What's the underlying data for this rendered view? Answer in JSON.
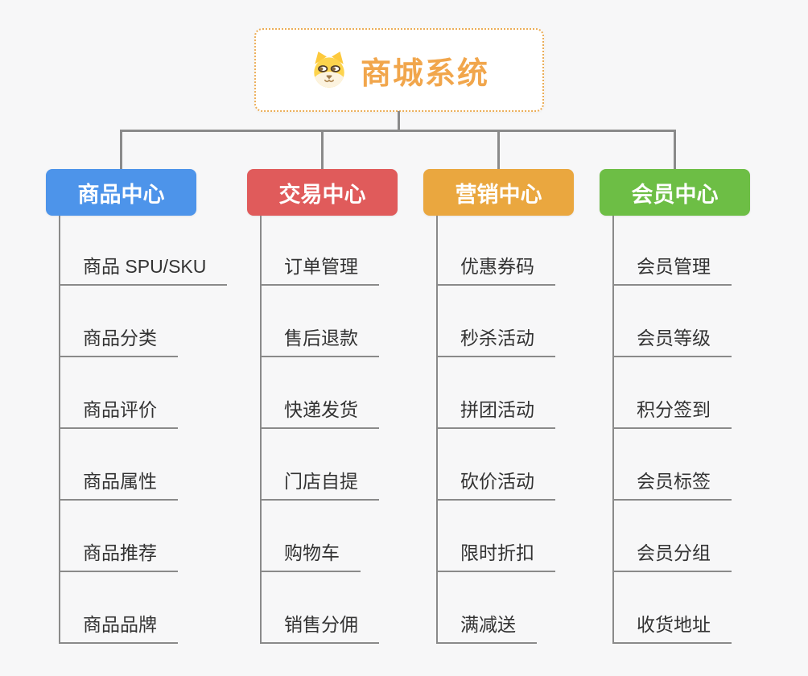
{
  "root": {
    "label": "商城系统",
    "icon": "dog-face-icon",
    "text_color": "#f1a64c",
    "border_color": "#ebad58"
  },
  "branches": [
    {
      "label": "商品中心",
      "color": "#4d94ea",
      "children": [
        "商品 SPU/SKU",
        "商品分类",
        "商品评价",
        "商品属性",
        "商品推荐",
        "商品品牌"
      ]
    },
    {
      "label": "交易中心",
      "color": "#e05b5b",
      "children": [
        "订单管理",
        "售后退款",
        "快递发货",
        "门店自提",
        "购物车",
        "销售分佣"
      ]
    },
    {
      "label": "营销中心",
      "color": "#eaa73f",
      "children": [
        "优惠券码",
        "秒杀活动",
        "拼团活动",
        "砍价活动",
        "限时折扣",
        "满减送"
      ]
    },
    {
      "label": "会员中心",
      "color": "#6dbe45",
      "children": [
        "会员管理",
        "会员等级",
        "积分签到",
        "会员标签",
        "会员分组",
        "收货地址"
      ]
    }
  ],
  "connector_color": "#8a8a8a",
  "background_color": "#f7f7f8"
}
